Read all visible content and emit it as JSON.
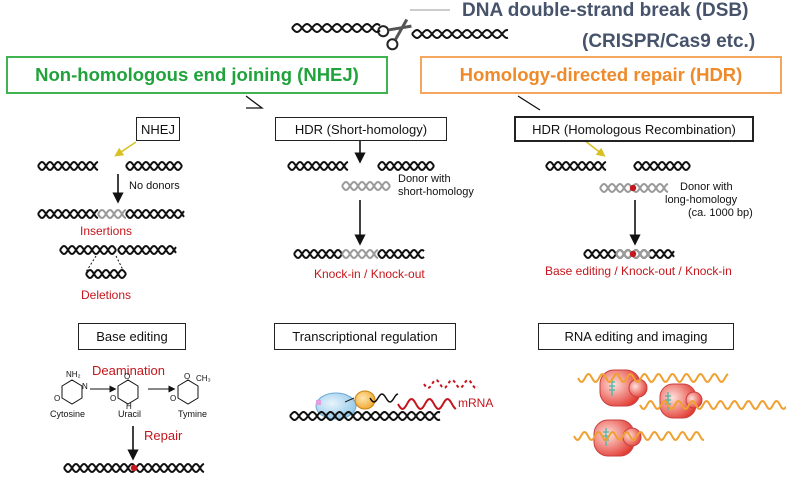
{
  "header": {
    "title_line1": "DNA double-strand break (DSB)",
    "title_line2": "(CRISPR/Cas9 etc.)",
    "scissors_icon": "scissors-icon"
  },
  "pathways": {
    "nhej": "Non-homologous end joining (NHEJ)",
    "hdr": "Homology-directed repair (HDR)"
  },
  "panels": {
    "nhej": {
      "label": "NHEJ",
      "note": "No donors",
      "insertions": "Insertions",
      "deletions": "Deletions"
    },
    "hdr_short": {
      "label": "HDR (Short-homology)",
      "donor_line1": "Donor with",
      "donor_line2": "short-homology",
      "result": "Knock-in / Knock-out"
    },
    "hdr_hr": {
      "label": "HDR (Homologous Recombination)",
      "donor_line1": "Donor with",
      "donor_line2": "long-homology",
      "donor_line3": "(ca. 1000 bp)",
      "result": "Base editing / Knock-out / Knock-in"
    },
    "base_editing": {
      "label": "Base editing",
      "deamination": "Deamination",
      "repair": "Repair",
      "cytosine": "Cytosine",
      "uracil": "Uracil",
      "tymine": "Tymine",
      "nh2": "NH₂",
      "ch3": "CH₃",
      "n": "N",
      "o": "O",
      "h": "H"
    },
    "transcription": {
      "label": "Transcriptional regulation",
      "mrna": "mRNA"
    },
    "rna": {
      "label": "RNA editing and imaging"
    }
  },
  "colors": {
    "nhej_green": "#1fa33a",
    "hdr_orange": "#ef8a2b",
    "header_slate": "#46536a",
    "edit_red": "#c4161c",
    "dna_black": "#111111",
    "dna_grey": "#9a9a9a",
    "rna_orange": "#f0a030",
    "protein_blue": "#a9d4ee",
    "protein_red": "#e05050"
  }
}
